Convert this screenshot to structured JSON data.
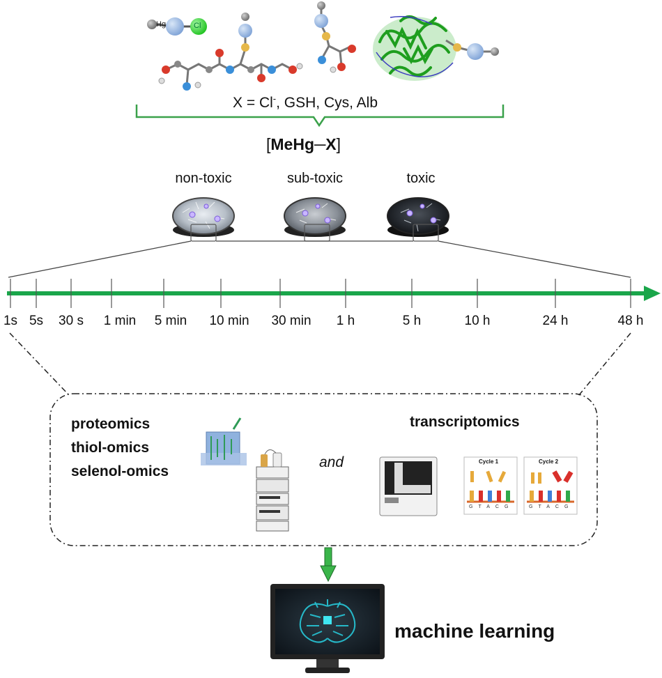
{
  "species": {
    "formula_prefix": "X = Cl",
    "formula_sup": "-",
    "formula_rest": ", GSH, Cys, Alb",
    "complex_open": "[",
    "complex_bold": "MeHg─X",
    "complex_close": "]",
    "atom_hg": "Hg",
    "atom_cl": "Cl"
  },
  "dishes": [
    {
      "label": "non-toxic"
    },
    {
      "label": "sub-toxic"
    },
    {
      "label": "toxic"
    }
  ],
  "timeline": {
    "ticks": [
      "1s",
      "5s",
      "30 s",
      "1 min",
      "5 min",
      "10 min",
      "30 min",
      "1 h",
      "5 h",
      "10 h",
      "24 h",
      "48 h"
    ],
    "color": "#1aa64a"
  },
  "omics": {
    "left": [
      "proteomics",
      "thiol-omics",
      "selenol-omics"
    ],
    "connector": "and",
    "right": "transcriptomics",
    "cycle1": "Cycle 1",
    "cycle2": "Cycle 2",
    "bases": [
      "G",
      "T",
      "A",
      "C",
      "G"
    ]
  },
  "output": {
    "label": "machine learning",
    "arrow_color": "#3ab54a"
  },
  "colors": {
    "accent_green": "#2bb24c",
    "brace_green": "#3aa14a",
    "hg_blue": "#9ab9e3",
    "cl_green": "#2ed12e"
  }
}
